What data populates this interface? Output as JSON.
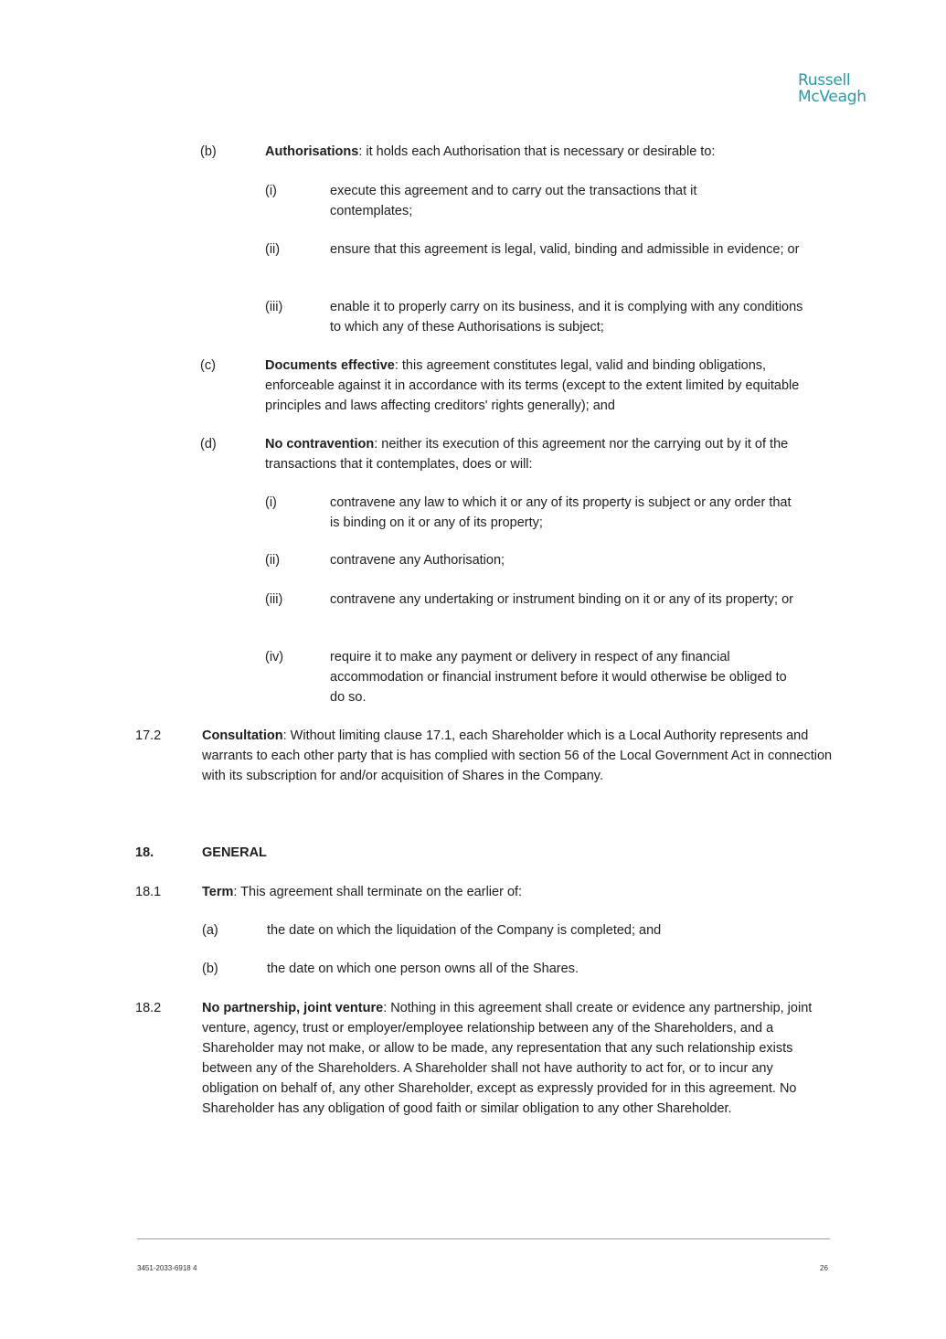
{
  "logo": {
    "line1": "Russell",
    "line2": "McVeagh"
  },
  "items": {
    "b": {
      "num": "(b)",
      "heading": "Authorisations",
      "text": ":  it holds each Authorisation that is necessary or desirable to:"
    },
    "b_i": {
      "num": "(i)",
      "text": "execute this agreement and to carry out the transactions that it contemplates;"
    },
    "b_ii": {
      "num": "(ii)",
      "text": "ensure that this agreement is legal, valid, binding and admissible in evidence; or"
    },
    "b_iii": {
      "num": "(iii)",
      "text": "enable it to properly carry on its business, and it is complying with any conditions to which any of these Authorisations is subject;"
    },
    "c": {
      "num": "(c)",
      "heading": "Documents effective",
      "text": ":  this agreement constitutes legal, valid and binding obligations, enforceable against it in accordance with its terms (except to the extent limited by equitable principles and laws affecting creditors' rights generally); and"
    },
    "d": {
      "num": "(d)",
      "heading": "No contravention",
      "text": ":  neither its execution of this agreement nor the carrying out by it of the transactions that it contemplates, does or will:"
    },
    "d_i": {
      "num": "(i)",
      "text": "contravene any law to which it or any of its property is subject or any order that is binding on it or any of its property;"
    },
    "d_ii": {
      "num": "(ii)",
      "text": "contravene any Authorisation;"
    },
    "d_iii": {
      "num": "(iii)",
      "text": "contravene any undertaking or instrument binding on it or any of its property; or"
    },
    "d_iv": {
      "num": "(iv)",
      "text": "require it to make any payment or delivery in respect of any financial accommodation or financial instrument before it would otherwise be obliged to do so."
    },
    "s17_2": {
      "num": "17.2",
      "heading": "Consultation",
      "text": ":  Without limiting clause 17.1, each Shareholder which is a Local Authority represents and warrants to each other party that is has complied with section 56 of the Local Government Act in connection with its subscription for and/or acquisition of Shares in the Company."
    },
    "s18": {
      "num": "18.",
      "title": "GENERAL"
    },
    "s18_1": {
      "num": "18.1",
      "heading": "Term",
      "text": ":  This agreement shall terminate on the earlier of:"
    },
    "s18_1_a": {
      "num": "(a)",
      "text": "the date on which the liquidation of the Company is completed; and"
    },
    "s18_1_b": {
      "num": "(b)",
      "text": "the date on which one person owns all of the Shares."
    },
    "s18_2": {
      "num": "18.2",
      "heading": "No partnership, joint venture",
      "text": ":  Nothing in this agreement shall create or evidence any partnership, joint venture, agency, trust or employer/employee relationship between any of the Shareholders, and a Shareholder may not make, or allow to be made, any representation that any such relationship exists between any of the Shareholders.  A Shareholder shall not have authority to act for, or to incur any obligation on behalf of, any other Shareholder, except as expressly provided for in this agreement.  No Shareholder has any obligation of good faith or similar obligation to any other Shareholder."
    }
  },
  "footer": {
    "doc_ref": "3451-2033-6918 4",
    "page_number": "26"
  }
}
